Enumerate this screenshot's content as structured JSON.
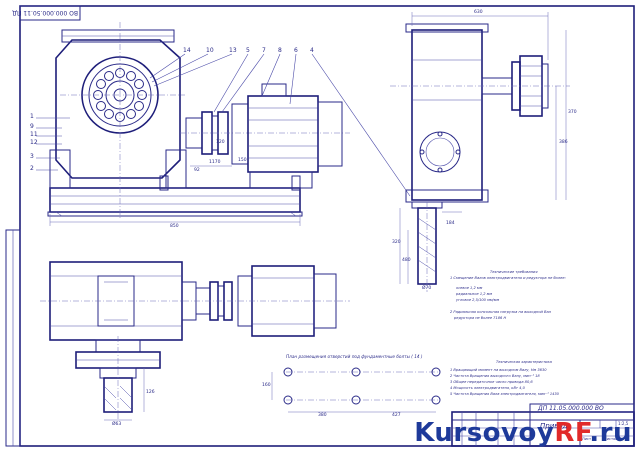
{
  "doc_code": "ДП 11.05.000.000 ВО",
  "doc_code_rot": "ВО 000.000.50.11 ПД",
  "title": "Привод",
  "part_numbers": [
    "14",
    "10",
    "13",
    "5",
    "7",
    "8",
    "6",
    "4",
    "1",
    "9",
    "11",
    "12",
    "3",
    "2"
  ],
  "dims": {
    "d850": "850",
    "d630": "630",
    "d1170": "1170",
    "d386": "386",
    "d370": "370",
    "d320": "320",
    "d184": "184",
    "d380": "380",
    "d427": "427",
    "d160": "160",
    "d92": "92",
    "d120": "120",
    "d150": "150",
    "d126": "126",
    "d480": "480",
    "d70": "Ø70",
    "d64": "Ø63"
  },
  "holes_caption": "План размещения отверстий под фундаментные болты ( 14 )",
  "tech_req_title": "Технические требования",
  "tech_req": [
    "1 Смещение Валов электродвигателя и редуктора не более:",
    "осевое                      1,2 мм",
    "радиальное                  1,2 мм",
    "угловое                     2,5/100 мм/мм",
    "2 Радиальная консольная нагрузка на выходной Вал",
    "редуктора не более                 7186 Н"
  ],
  "tech_char_title": "Техническая характеристика",
  "tech_char": [
    "1 Вращающий момент на выходном Валу, Нм       3630",
    "2 Частота Вращения выходного Валу, мин⁻¹      18",
    "3 Общее передаточное число привода             80,6",
    "4 Мощность электродвигателя, кВт               4,0",
    "5 Частота Вращения Вала электродвигателя, мин⁻¹  1430"
  ],
  "title_block": {
    "scale": "1:2,5",
    "sheet": "Лист",
    "sheets": "Листов  1"
  },
  "watermark_main": "Kursovoy",
  "watermark_rf": "RF",
  "watermark_tld": ".ru",
  "colors": {
    "line": "#2a2a88",
    "watermark_blue": "#1e3a9a",
    "watermark_red": "#e12a2a"
  }
}
